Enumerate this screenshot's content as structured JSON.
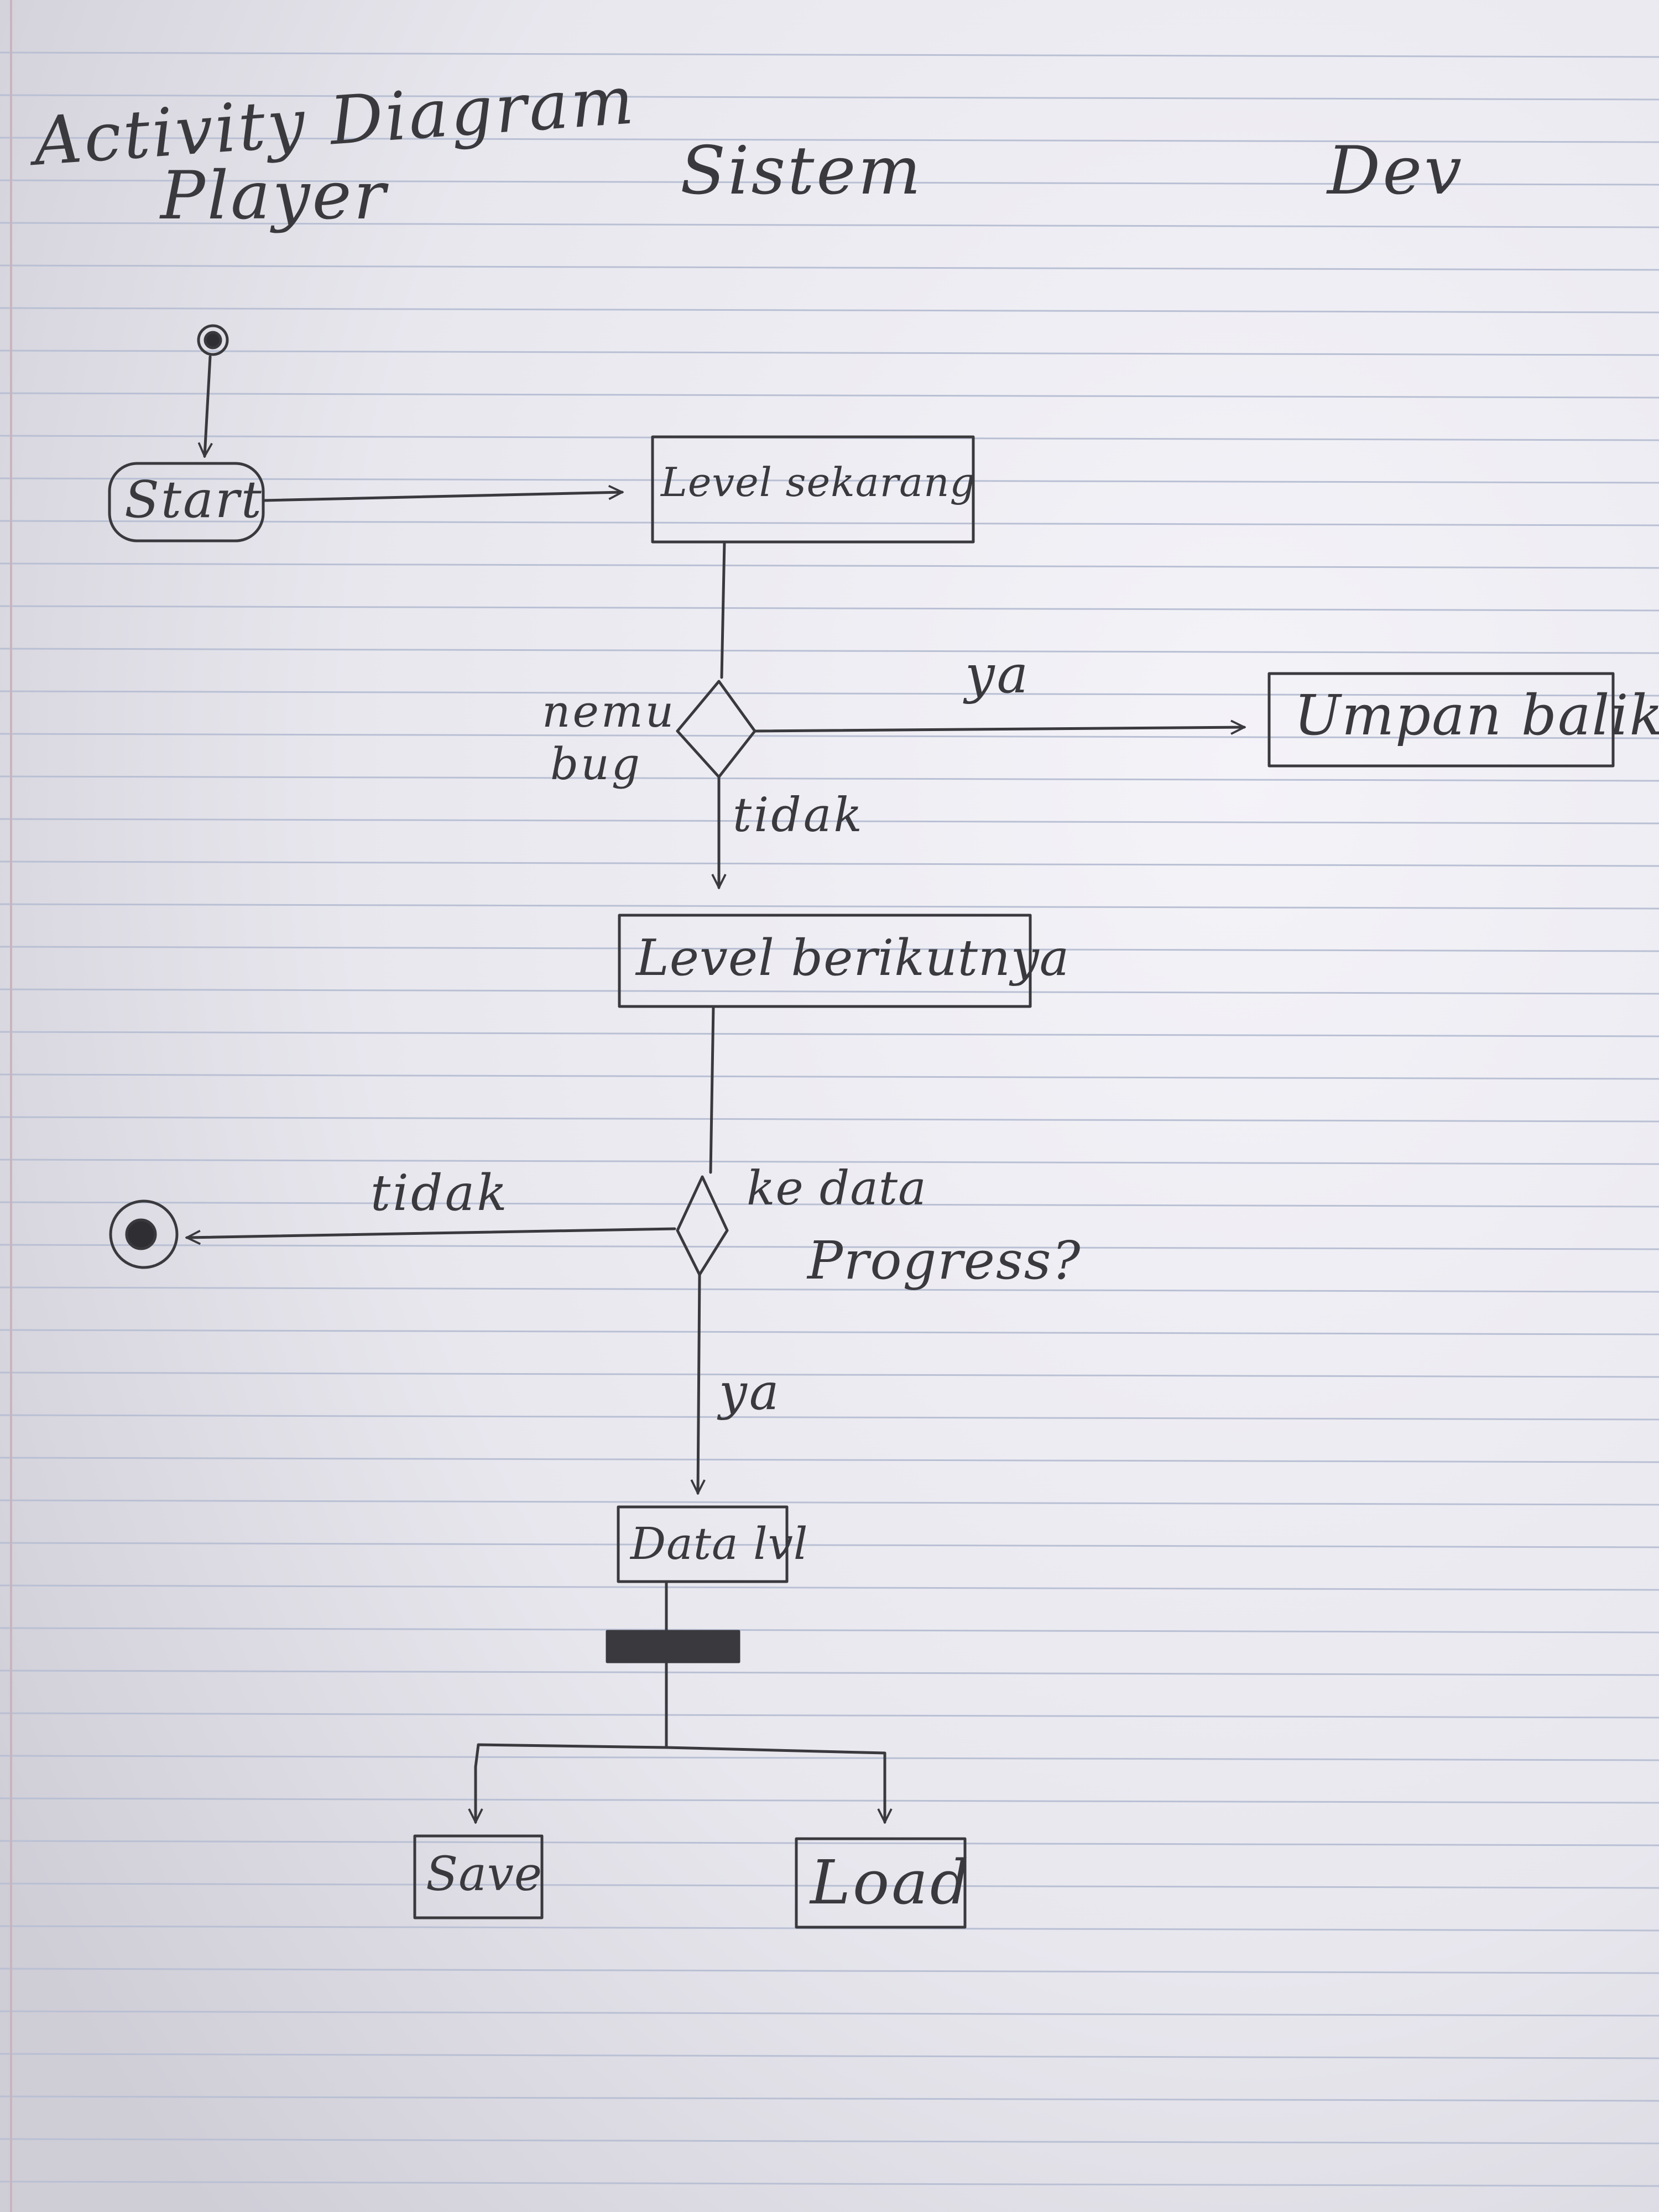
{
  "title": "Activity Diagram",
  "lanes": {
    "player": "Player",
    "sistem": "Sistem",
    "dev": "Dev"
  },
  "nodes": {
    "start": "Start",
    "level_sekarang": "Level sekarang",
    "umpan_balik": "Umpan balik",
    "level_berikutnya": "Level berikutnya",
    "data_lvl": "Data lvl",
    "save": "Save",
    "load": "Load"
  },
  "decisions": {
    "nemu_bug": {
      "label_line1": "nemu",
      "label_line2": "bug",
      "yes": "ya",
      "no": "tidak"
    },
    "ke_data_progress": {
      "label_line1": "ke data",
      "label_line2": "Progress?",
      "yes": "ya",
      "no": "tidak"
    }
  },
  "colors": {
    "paper": "#e9e8ee",
    "ink": "#3a3a3e",
    "rule": "#b9c0d4",
    "margin": "#c9b4be"
  }
}
